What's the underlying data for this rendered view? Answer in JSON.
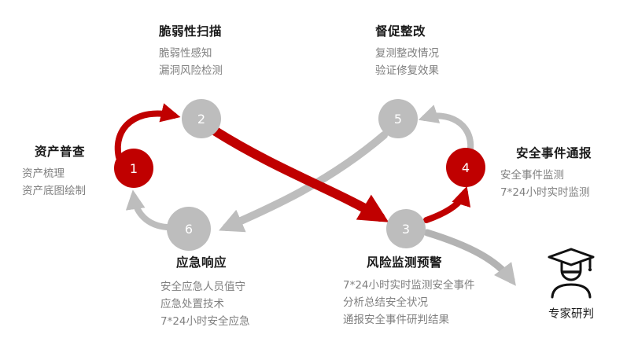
{
  "colors": {
    "red": "#c00000",
    "gray": "#bdbdbd",
    "title_text": "#1a1a1a",
    "sub_text": "#808080"
  },
  "nodes": [
    {
      "num": "1",
      "title": "资产普查",
      "lines": [
        "资产梳理",
        "资产底图绘制"
      ]
    },
    {
      "num": "2",
      "title": "脆弱性扫描",
      "lines": [
        "脆弱性感知",
        "漏洞风险检测"
      ]
    },
    {
      "num": "3",
      "title": "风险监测预警",
      "lines": [
        "7*24小时实时监测安全事件",
        "分析总结安全状况",
        "通报安全事件研判结果"
      ]
    },
    {
      "num": "4",
      "title": "安全事件通报",
      "lines": [
        "安全事件监测",
        "7*24小时实时监测"
      ]
    },
    {
      "num": "5",
      "title": "督促整改",
      "lines": [
        "复测整改情况",
        "验证修复效果"
      ]
    },
    {
      "num": "6",
      "title": "应急响应",
      "lines": [
        "安全应急人员值守",
        "应急处置技术",
        "7*24小时安全应急"
      ]
    }
  ],
  "expert": {
    "label": "专家研判"
  }
}
